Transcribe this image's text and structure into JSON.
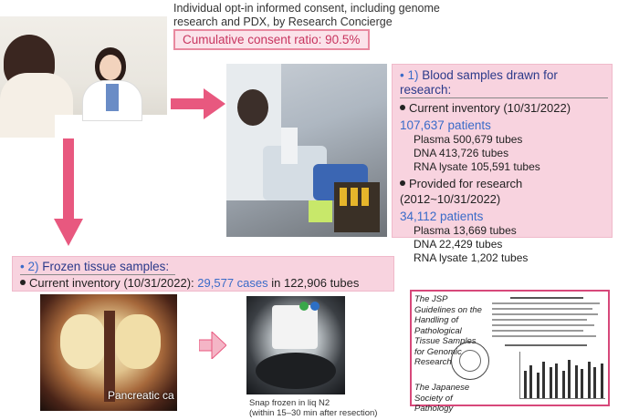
{
  "consent": {
    "header": "Individual opt-in informed consent, including genome research and PDX, by Research Concierge",
    "ratio": "Cumulative consent ratio: 90.5%"
  },
  "blood_samples": {
    "number": "1)",
    "title": "Blood samples drawn for research:",
    "inventory_label": "Current inventory (10/31/2022)",
    "inventory_patients": "107,637 patients",
    "inventory_tubes": [
      "Plasma 500,679 tubes",
      "DNA 413,726 tubes",
      "RNA lysate 105,591 tubes"
    ],
    "provided_label": "Provided for research (2012~10/31/2022)",
    "provided_patients": "34,112 patients",
    "provided_tubes": [
      "Plasma 13,669 tubes",
      "DNA 22,429 tubes",
      "RNA lysate 1,202 tubes"
    ]
  },
  "frozen_tissue": {
    "number": "2)",
    "title": "Frozen tissue samples:",
    "inventory_prefix": "Current inventory (10/31/2022): ",
    "cases": "29,577 cases",
    "inventory_suffix": " in 122,906 tubes"
  },
  "photos": {
    "tissue_label": "Pancreatic ca",
    "snap_label_1": "Snap frozen in liq N2",
    "snap_label_2": "(within 15–30 min after resection)"
  },
  "guidelines": {
    "title": "The JSP Guidelines on the Handling of Pathological Tissue Samples for Genomic Research",
    "society": "The Japanese Society of Pathology"
  },
  "colors": {
    "pink_panel": "#f8d3df",
    "accent_pink": "#e8587f",
    "blue_text": "#3a6bc8",
    "title_blue": "#2b3a8a"
  }
}
